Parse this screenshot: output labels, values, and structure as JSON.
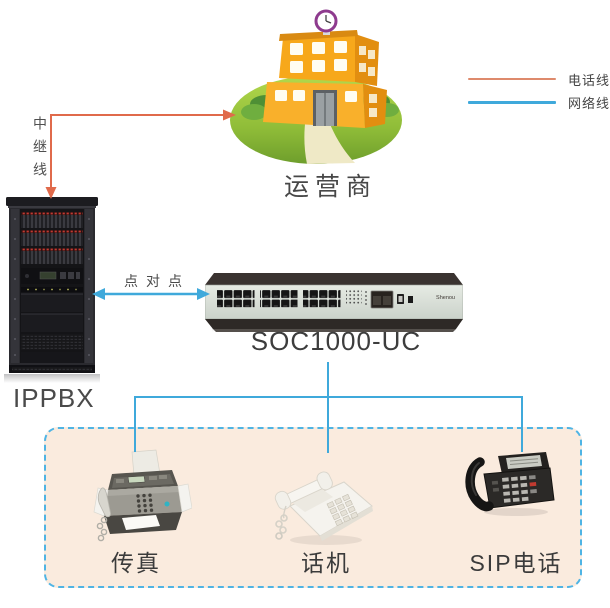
{
  "legend": {
    "items": [
      {
        "id": "phone-line",
        "label": "电话线"
      },
      {
        "id": "network-line",
        "label": "网络线"
      }
    ]
  },
  "nodes": {
    "carrier_label": "运营商",
    "ippbx_label": "IPPBX",
    "switch_label": "SOC1000-UC",
    "switch_brand": "Shenou",
    "fax_label": "传真",
    "phone_label": "话机",
    "sip_label": "SIP电话"
  },
  "links": {
    "trunk_label": "中继线",
    "p2p_label": "点对点"
  },
  "colors": {
    "phone_line": "#DE8A6C",
    "network_line": "#3FA9DB",
    "trunk_line": "#E06A4B",
    "box_border": "#4FB4E4",
    "box_fill": "#FAEBDE",
    "label_mid": "#4A4A4A"
  }
}
